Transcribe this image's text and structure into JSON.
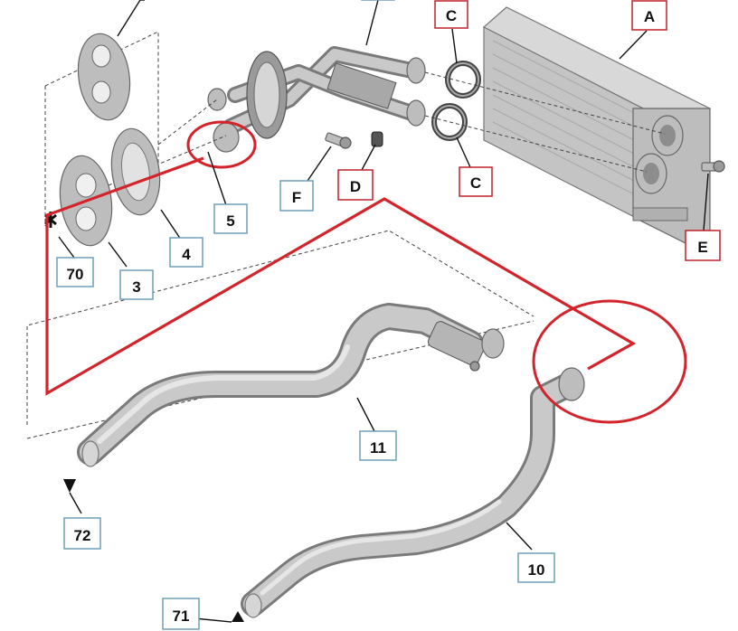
{
  "callouts": {
    "a": "A",
    "c_top": "C",
    "c_bottom": "C",
    "d": "D",
    "e": "E",
    "f": "F",
    "n3": "3",
    "n4": "4",
    "n5": "5",
    "n10": "10",
    "n11": "11",
    "n70": "70",
    "n71": "71",
    "n72": "72"
  },
  "colors": {
    "callout_red_border": "#c0202a",
    "callout_blue_border": "#6f9fb8",
    "annotation_red": "#d3242c"
  }
}
